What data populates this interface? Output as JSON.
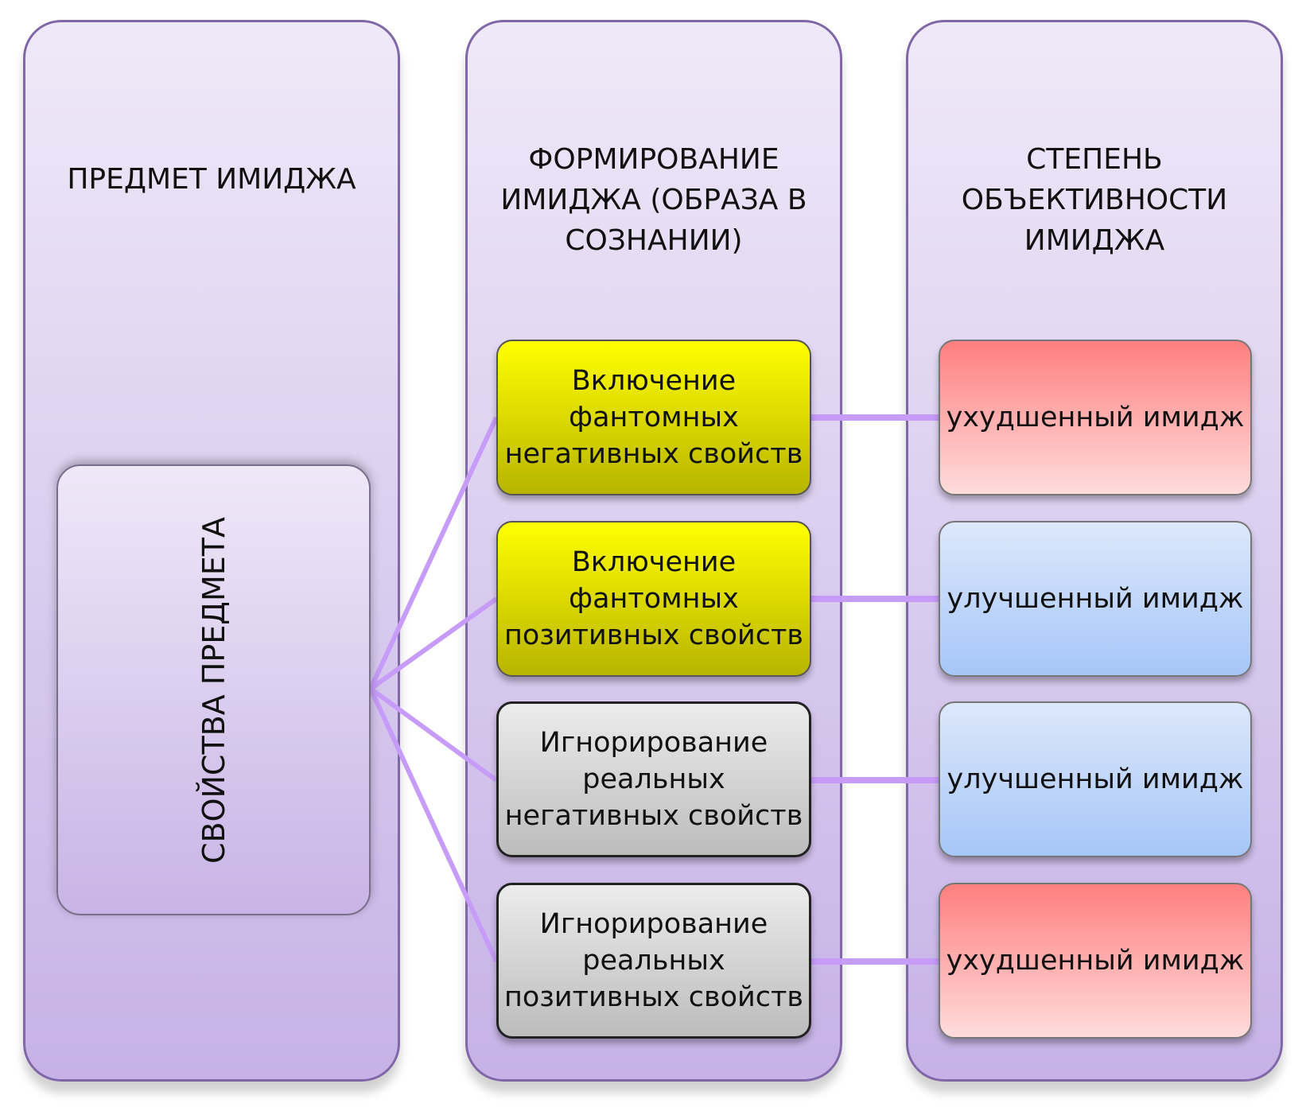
{
  "columns": [
    {
      "header": "ПРЕДМЕТ  ИМИДЖА",
      "inner_label": "СВОЙСТВА  ПРЕДМЕТА"
    },
    {
      "header_lines": [
        "ФОРМИРОВАНИЕ",
        "ИМИДЖА (ОБРАЗА В",
        "СОЗНАНИИ)"
      ]
    },
    {
      "header_lines": [
        "СТЕПЕНЬ",
        "ОБЪЕКТИВНОСТИ",
        "ИМИДЖА"
      ]
    }
  ],
  "formation": [
    {
      "lines": [
        "Включение",
        "фантомных",
        "негативных свойств"
      ],
      "color": "#ffff00"
    },
    {
      "lines": [
        "Включение",
        "фантомных",
        "позитивных  свойств"
      ],
      "color": "#ffff00"
    },
    {
      "lines": [
        "Игнорирование",
        "реальных",
        "негативных свойств"
      ],
      "color": "#d9d9d9"
    },
    {
      "lines": [
        "Игнорирование",
        "реальных",
        "позитивных свойств"
      ],
      "color": "#d9d9d9"
    }
  ],
  "results": [
    {
      "label": "ухудшенный имидж",
      "color": "#ff8080"
    },
    {
      "label": "улучшенный имидж",
      "color": "#bcd4fa"
    },
    {
      "label": "улучшенный имидж",
      "color": "#bcd4fa"
    },
    {
      "label": "ухудшенный имидж",
      "color": "#ff8080"
    }
  ],
  "connector_color": "#c79cf8"
}
